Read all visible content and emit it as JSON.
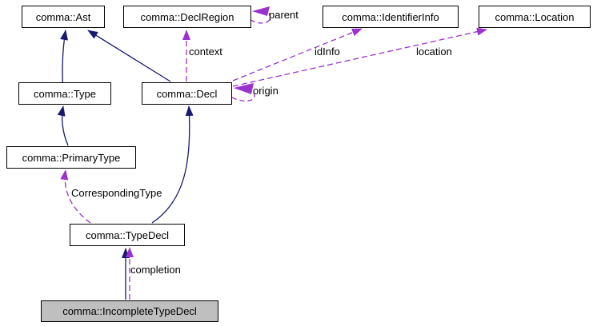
{
  "diagram": {
    "type": "class-collaboration-graph",
    "nodes": [
      {
        "id": "ast",
        "label": "comma::Ast",
        "highlighted": false
      },
      {
        "id": "decl-region",
        "label": "comma::DeclRegion",
        "highlighted": false
      },
      {
        "id": "identifier-info",
        "label": "comma::IdentifierInfo",
        "highlighted": false
      },
      {
        "id": "location",
        "label": "comma::Location",
        "highlighted": false
      },
      {
        "id": "type",
        "label": "comma::Type",
        "highlighted": false
      },
      {
        "id": "decl",
        "label": "comma::Decl",
        "highlighted": false
      },
      {
        "id": "primary-type",
        "label": "comma::PrimaryType",
        "highlighted": false
      },
      {
        "id": "type-decl",
        "label": "comma::TypeDecl",
        "highlighted": false
      },
      {
        "id": "incomplete-type-decl",
        "label": "comma::IncompleteTypeDecl",
        "highlighted": true
      }
    ],
    "edges": [
      {
        "from": "comma::Type",
        "to": "comma::Ast",
        "kind": "inheritance",
        "label": ""
      },
      {
        "from": "comma::Decl",
        "to": "comma::Ast",
        "kind": "inheritance",
        "label": ""
      },
      {
        "from": "comma::PrimaryType",
        "to": "comma::Type",
        "kind": "inheritance",
        "label": ""
      },
      {
        "from": "comma::TypeDecl",
        "to": "comma::Decl",
        "kind": "inheritance",
        "label": ""
      },
      {
        "from": "comma::IncompleteTypeDecl",
        "to": "comma::TypeDecl",
        "kind": "inheritance",
        "label": ""
      },
      {
        "from": "comma::Decl",
        "to": "comma::DeclRegion",
        "kind": "usage",
        "label": "context"
      },
      {
        "from": "comma::DeclRegion",
        "to": "comma::DeclRegion",
        "kind": "usage",
        "label": "parent"
      },
      {
        "from": "comma::Decl",
        "to": "comma::IdentifierInfo",
        "kind": "usage",
        "label": "idInfo"
      },
      {
        "from": "comma::Decl",
        "to": "comma::Location",
        "kind": "usage",
        "label": "location"
      },
      {
        "from": "comma::Decl",
        "to": "comma::Decl",
        "kind": "usage",
        "label": "origin"
      },
      {
        "from": "comma::TypeDecl",
        "to": "comma::PrimaryType",
        "kind": "usage",
        "label": "CorrespondingType"
      },
      {
        "from": "comma::IncompleteTypeDecl",
        "to": "comma::TypeDecl",
        "kind": "usage",
        "label": "completion"
      }
    ],
    "colors": {
      "inheritance_edge": "#191970",
      "usage_edge": "#9a32cd",
      "node_background": "#ffffff",
      "highlighted_node_background": "#bfbfbf",
      "node_border": "#000000",
      "text": "#000000"
    }
  }
}
